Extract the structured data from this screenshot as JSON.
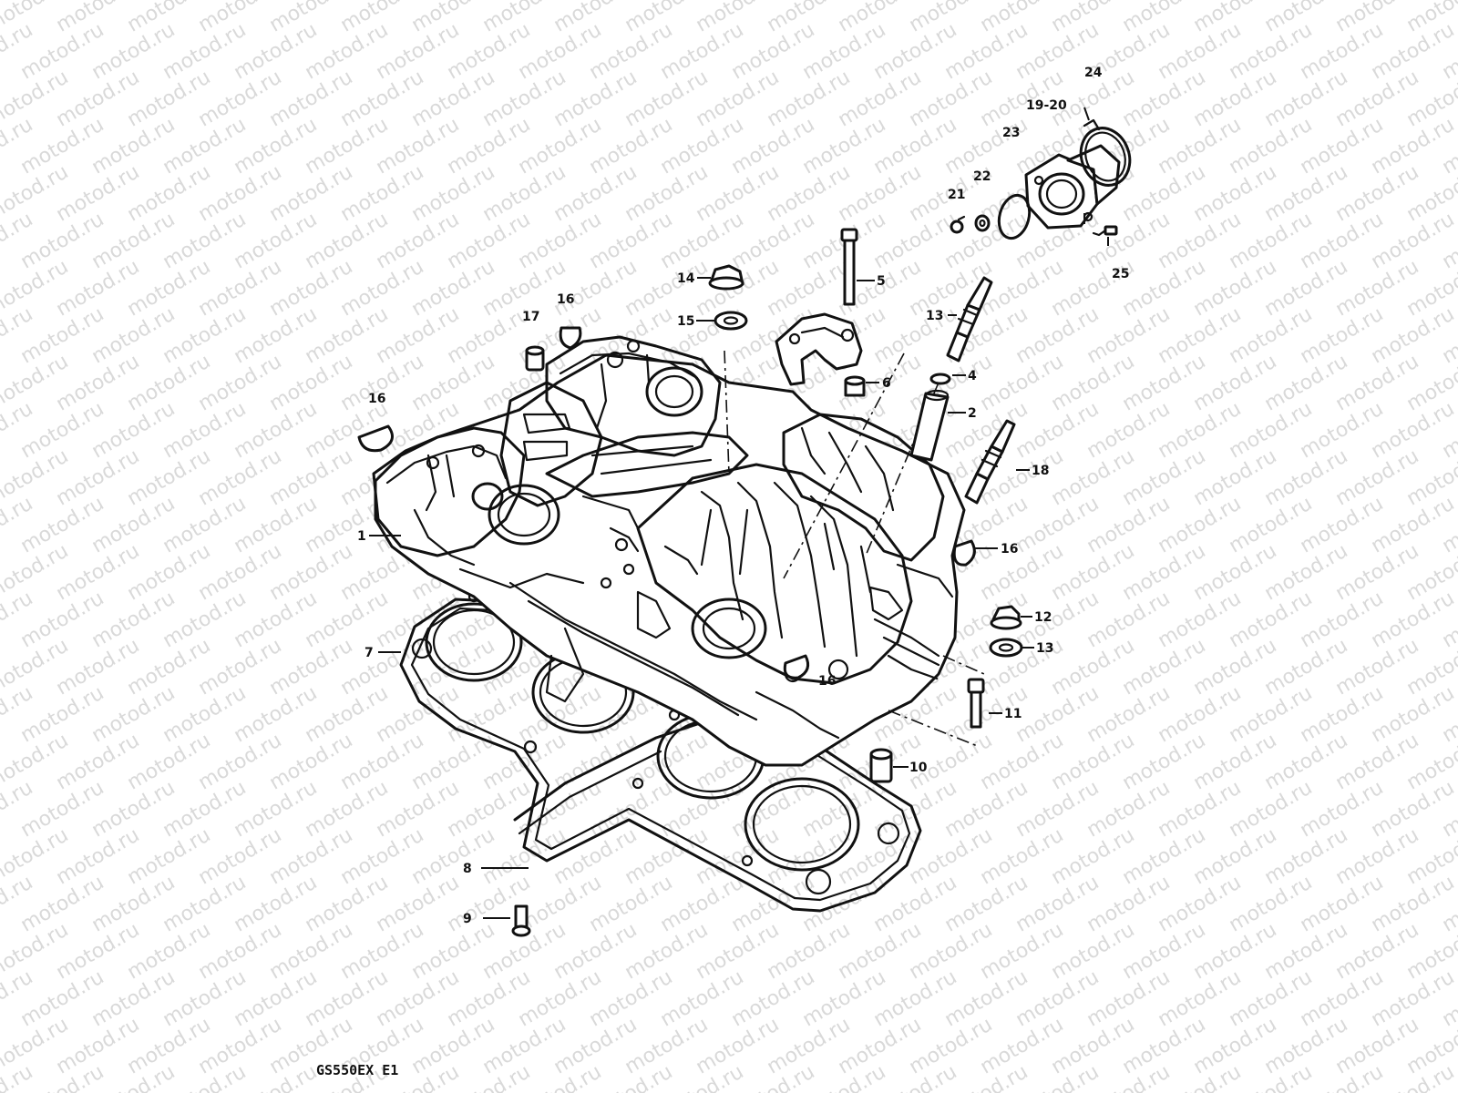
{
  "watermark": {
    "text": "motod.ru"
  },
  "model_label": "GS550EX  E1",
  "callouts": {
    "c1": "1",
    "c2": "2",
    "c4": "4",
    "c5": "5",
    "c6": "6",
    "c7": "7",
    "c8": "8",
    "c9": "9",
    "c10": "10",
    "c11": "11",
    "c12": "12",
    "c13a": "13",
    "c13b": "13",
    "c14": "14",
    "c15": "15",
    "c16a": "16",
    "c16b": "16",
    "c16c": "16",
    "c16d": "16",
    "c17": "17",
    "c18": "18",
    "c1920": "19-20",
    "c21": "21",
    "c22": "22",
    "c23": "23",
    "c24": "24",
    "c25": "25"
  }
}
